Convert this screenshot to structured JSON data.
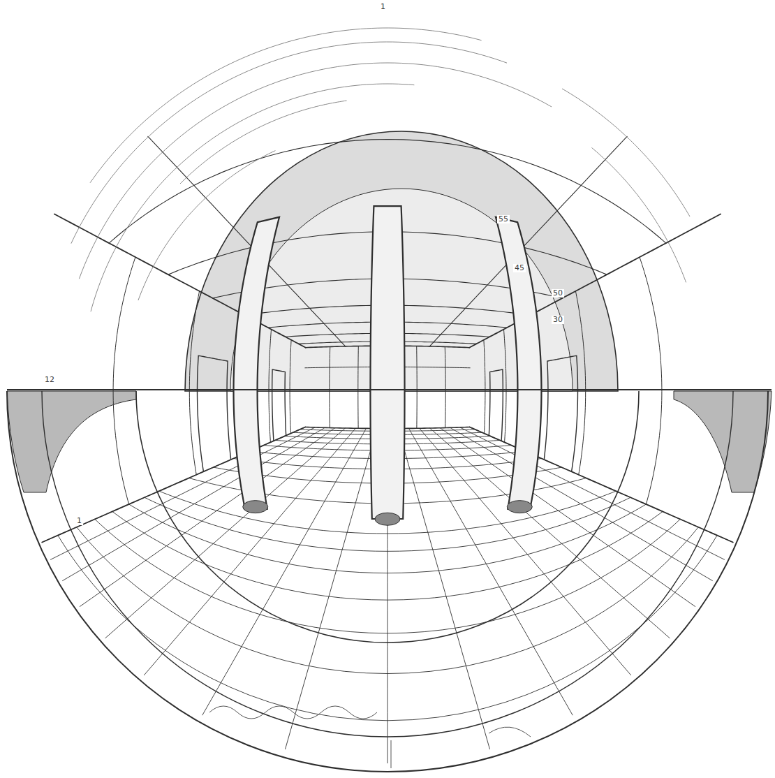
{
  "diagram": {
    "labels": [
      "1",
      "12",
      "55",
      "45",
      "50",
      "30",
      "1"
    ]
  }
}
